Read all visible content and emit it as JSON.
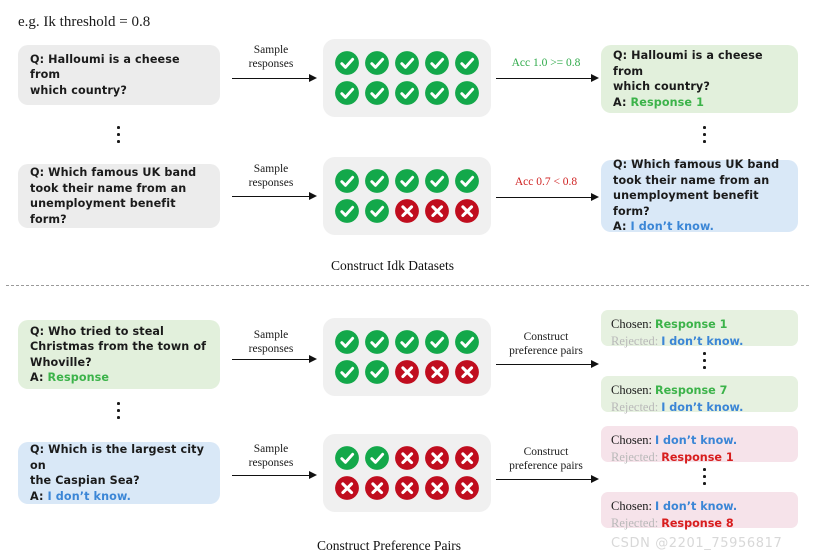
{
  "header": {
    "threshold_note": "e.g. Ik threshold = 0.8"
  },
  "sections": [
    {
      "caption": "Construct Idk Datasets"
    },
    {
      "caption": "Construct Preference Pairs"
    }
  ],
  "labels": {
    "sample_responses_line1": "Sample",
    "sample_responses_line2": "responses",
    "construct_pairs_line1": "Construct",
    "construct_pairs_line2": "preference pairs",
    "acc_pass": "Acc 1.0 >= 0.8",
    "acc_fail": "Acc 0.7 < 0.8",
    "chosen": "Chosen:",
    "rejected": "Rejected:",
    "q_prefix": "Q:",
    "a_prefix": "A:"
  },
  "top": {
    "row1": {
      "question_lines": [
        "Q: Halloumi is a cheese from",
        "which country?"
      ],
      "grid": {
        "green": 10,
        "red": 0,
        "cols": 5,
        "rows": 2,
        "pattern": [
          "g",
          "g",
          "g",
          "g",
          "g",
          "g",
          "g",
          "g",
          "g",
          "g"
        ]
      },
      "arrow_label": "Acc 1.0 >= 0.8",
      "arrow_label_color": "#2faa4a",
      "output_lines": [
        "Q: Halloumi is a cheese from",
        "which country?"
      ],
      "output_answer_prefix": "A:",
      "output_answer": "Response 1",
      "output_answer_color": "#3cb34a",
      "output_box_color": "#e2f0dc"
    },
    "row2": {
      "question_lines": [
        "Q: Which famous UK band",
        "took their name from an",
        "unemployment benefit form?"
      ],
      "grid": {
        "green": 7,
        "red": 3,
        "cols": 5,
        "rows": 2,
        "pattern": [
          "g",
          "g",
          "g",
          "g",
          "g",
          "g",
          "g",
          "r",
          "r",
          "r"
        ]
      },
      "arrow_label": "Acc 0.7 < 0.8",
      "arrow_label_color": "#cf2222",
      "output_lines": [
        "Q: Which famous UK band",
        "took their name from an",
        "unemployment benefit form?"
      ],
      "output_answer_prefix": "A:",
      "output_answer": "I don’t know.",
      "output_answer_color": "#3b86d6",
      "output_box_color": "#d9e8f7"
    }
  },
  "bottom": {
    "row1": {
      "question_lines": [
        "Q: Who tried to steal",
        "Christmas from the town of",
        "Whoville?"
      ],
      "question_answer_prefix": "A:",
      "question_answer": "Response",
      "question_box_color": "#e2f0dc",
      "grid": {
        "green": 7,
        "red": 3,
        "cols": 5,
        "rows": 2,
        "pattern": [
          "g",
          "g",
          "g",
          "g",
          "g",
          "g",
          "g",
          "r",
          "r",
          "r"
        ]
      },
      "pairs": [
        {
          "chosen": "Response 1",
          "chosen_color": "#3cb34a",
          "rejected": "I don’t know.",
          "rejected_color": "#3b86d6",
          "box_color": "#e6f1e0"
        },
        {
          "chosen": "Response 7",
          "chosen_color": "#3cb34a",
          "rejected": "I don’t know.",
          "rejected_color": "#3b86d6",
          "box_color": "#e6f1e0"
        }
      ]
    },
    "row2": {
      "question_lines": [
        "Q: Which is the largest city on",
        "the Caspian Sea?"
      ],
      "question_answer_prefix": "A:",
      "question_answer": "I don’t know.",
      "question_box_color": "#d9e8f7",
      "grid": {
        "green": 2,
        "red": 8,
        "cols": 5,
        "rows": 2,
        "pattern": [
          "g",
          "g",
          "r",
          "r",
          "r",
          "r",
          "r",
          "r",
          "r",
          "r"
        ]
      },
      "pairs": [
        {
          "chosen": "I don’t know.",
          "chosen_color": "#3b86d6",
          "rejected": "Response 1",
          "rejected_color": "#d81e1e",
          "box_color": "#f6e3ea"
        },
        {
          "chosen": "I don’t know.",
          "chosen_color": "#3b86d6",
          "rejected": "Response 8",
          "rejected_color": "#d81e1e",
          "box_color": "#f6e3ea"
        }
      ]
    }
  },
  "watermark": "CSDN @2201_75956817",
  "colors": {
    "check_green": "#13a84a",
    "cross_red": "#c00d1e",
    "grid_panel": "#f0f0f0",
    "question_grey": "#ececec"
  }
}
